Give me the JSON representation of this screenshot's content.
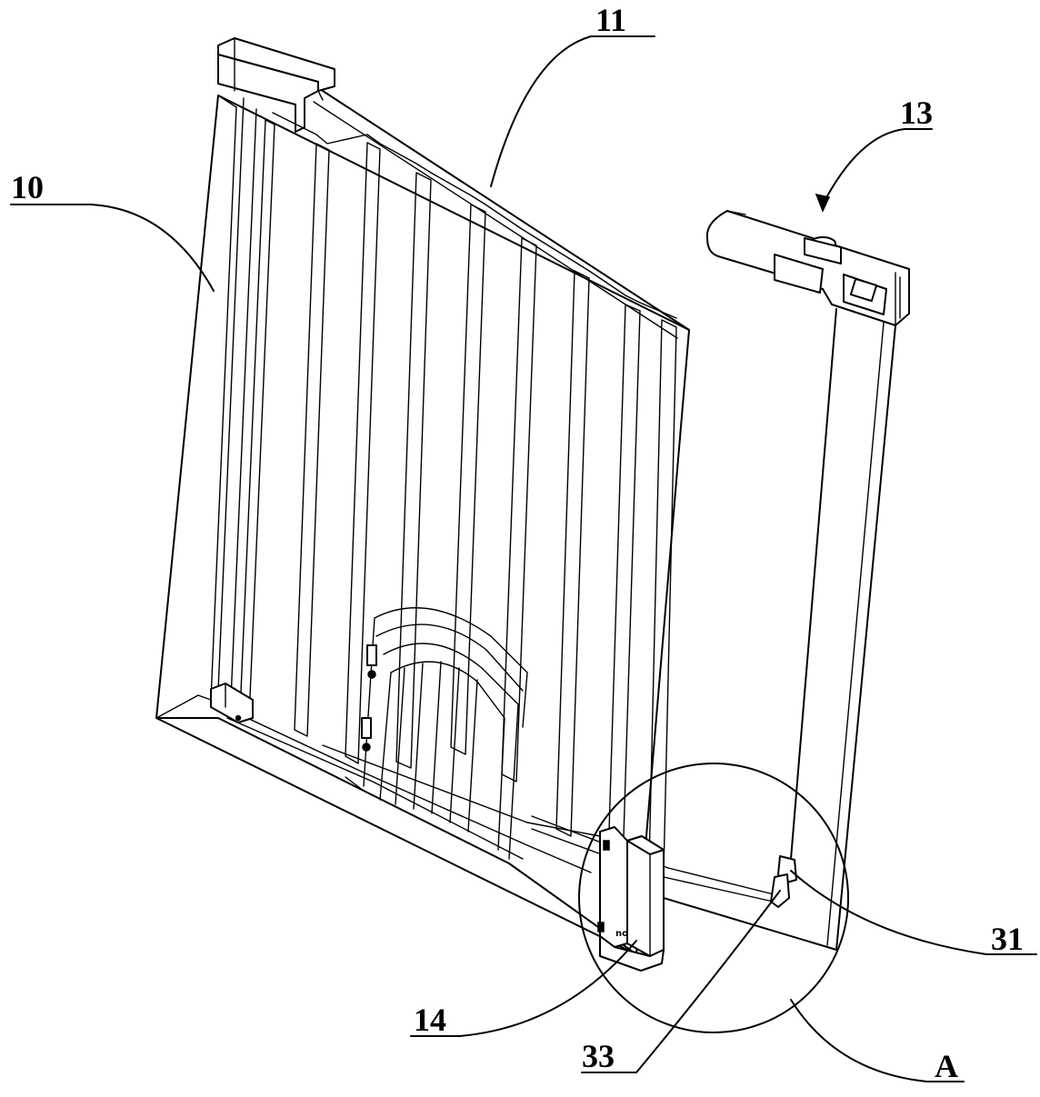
{
  "figure": {
    "labels": {
      "gate_panel": "10",
      "top_rail": "11",
      "fixed_frame": "13",
      "latch_post": "14",
      "pin": "31",
      "catch": "33",
      "detail_view": "A"
    },
    "colors": {
      "line": "#000000",
      "background": "#ffffff"
    }
  }
}
